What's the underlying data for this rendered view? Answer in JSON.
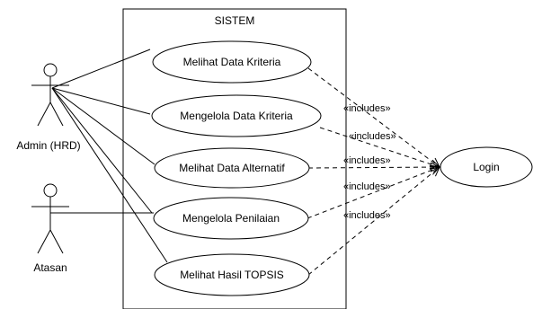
{
  "system": {
    "title": "SISTEM"
  },
  "actors": [
    {
      "id": "admin",
      "label": "Admin (HRD)"
    },
    {
      "id": "atasan",
      "label": "Atasan"
    }
  ],
  "use_cases": [
    {
      "id": "uc1",
      "label": "Melihat Data Kriteria"
    },
    {
      "id": "uc2",
      "label": "Mengelola Data Kriteria"
    },
    {
      "id": "uc3",
      "label": "Melihat Data Alternatif"
    },
    {
      "id": "uc4",
      "label": "Mengelola Penilaian"
    },
    {
      "id": "uc5",
      "label": "Melihat Hasil TOPSIS"
    }
  ],
  "external_use_case": {
    "id": "login",
    "label": "Login"
  },
  "include_labels": [
    "«includes»",
    "«includes»",
    "«includes»",
    "«includes»",
    "«includes»"
  ]
}
